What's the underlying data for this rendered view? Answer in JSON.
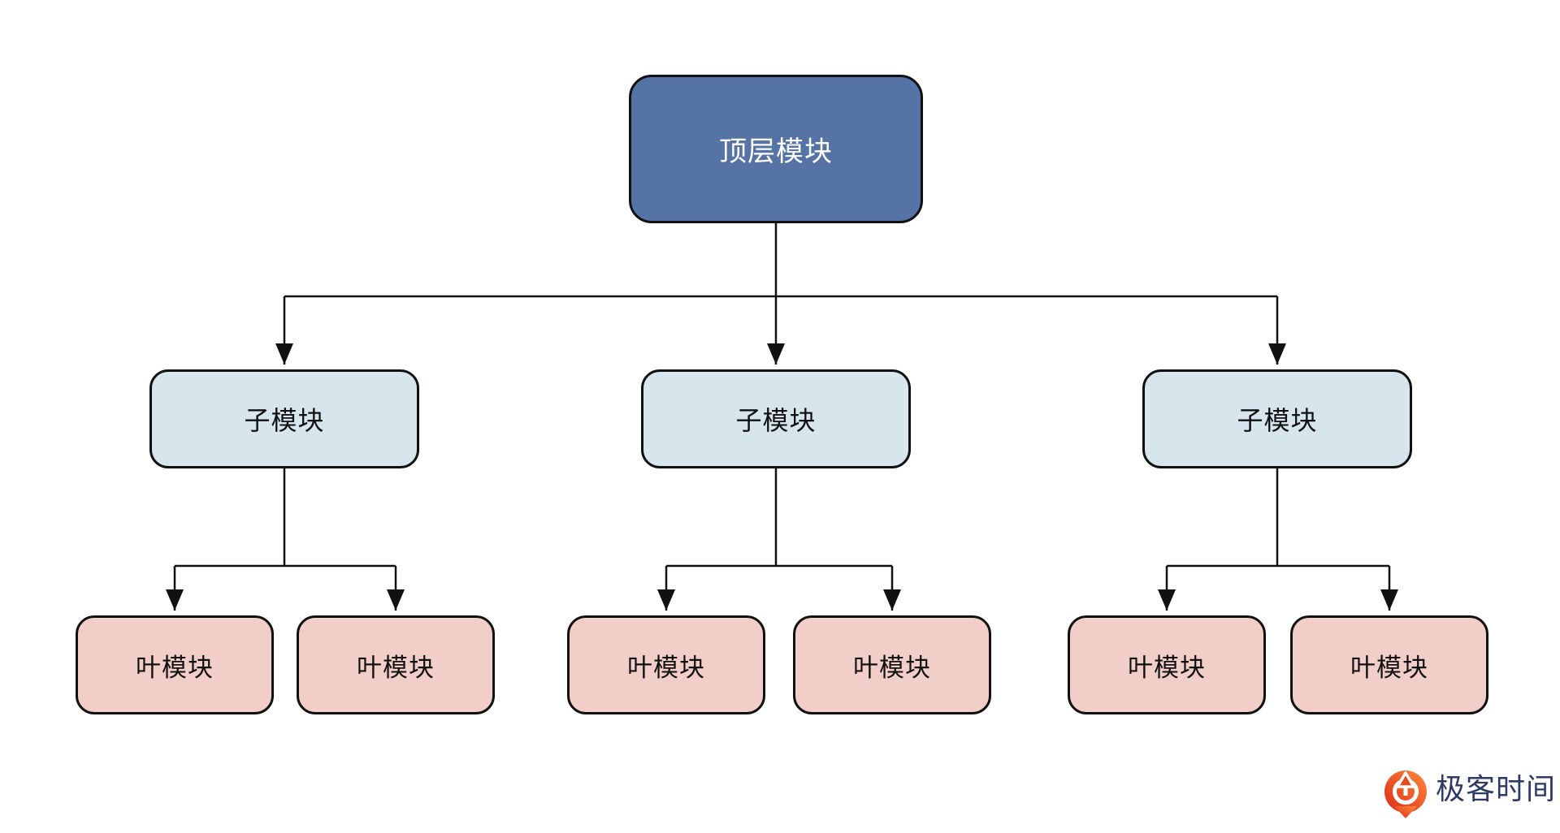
{
  "canvas": {
    "background": "#ffffff"
  },
  "diagram": {
    "title": "module-hierarchy-tree",
    "nodes": [
      {
        "id": "top",
        "label": "顶层模块",
        "level": "root",
        "parent": null
      },
      {
        "id": "sub-1",
        "label": "子模块",
        "level": "child",
        "parent": "top"
      },
      {
        "id": "sub-2",
        "label": "子模块",
        "level": "child",
        "parent": "top"
      },
      {
        "id": "sub-3",
        "label": "子模块",
        "level": "child",
        "parent": "top"
      },
      {
        "id": "leaf-1",
        "label": "叶模块",
        "level": "leaf",
        "parent": "sub-1"
      },
      {
        "id": "leaf-2",
        "label": "叶模块",
        "level": "leaf",
        "parent": "sub-1"
      },
      {
        "id": "leaf-3",
        "label": "叶模块",
        "level": "leaf",
        "parent": "sub-2"
      },
      {
        "id": "leaf-4",
        "label": "叶模块",
        "level": "leaf",
        "parent": "sub-2"
      },
      {
        "id": "leaf-5",
        "label": "叶模块",
        "level": "leaf",
        "parent": "sub-3"
      },
      {
        "id": "leaf-6",
        "label": "叶模块",
        "level": "leaf",
        "parent": "sub-3"
      }
    ],
    "edges": [
      {
        "from": "top",
        "to": "sub-1"
      },
      {
        "from": "top",
        "to": "sub-2"
      },
      {
        "from": "top",
        "to": "sub-3"
      },
      {
        "from": "sub-1",
        "to": "leaf-1"
      },
      {
        "from": "sub-1",
        "to": "leaf-2"
      },
      {
        "from": "sub-2",
        "to": "leaf-3"
      },
      {
        "from": "sub-2",
        "to": "leaf-4"
      },
      {
        "from": "sub-3",
        "to": "leaf-5"
      },
      {
        "from": "sub-3",
        "to": "leaf-6"
      }
    ],
    "colors": {
      "root_fill": "#5573A5",
      "root_text": "#FFFFFF",
      "child_fill": "#D7E5ED",
      "leaf_fill": "#F2CEC9",
      "node_text": "#111111",
      "connector": "#111111"
    }
  },
  "watermark": {
    "brand_text": "极客时间",
    "text_color": "#2D3A63",
    "icon": "geektime-pin-icon",
    "icon_color_top": "#FF8A3C",
    "icon_color_bottom": "#DB2A18"
  }
}
